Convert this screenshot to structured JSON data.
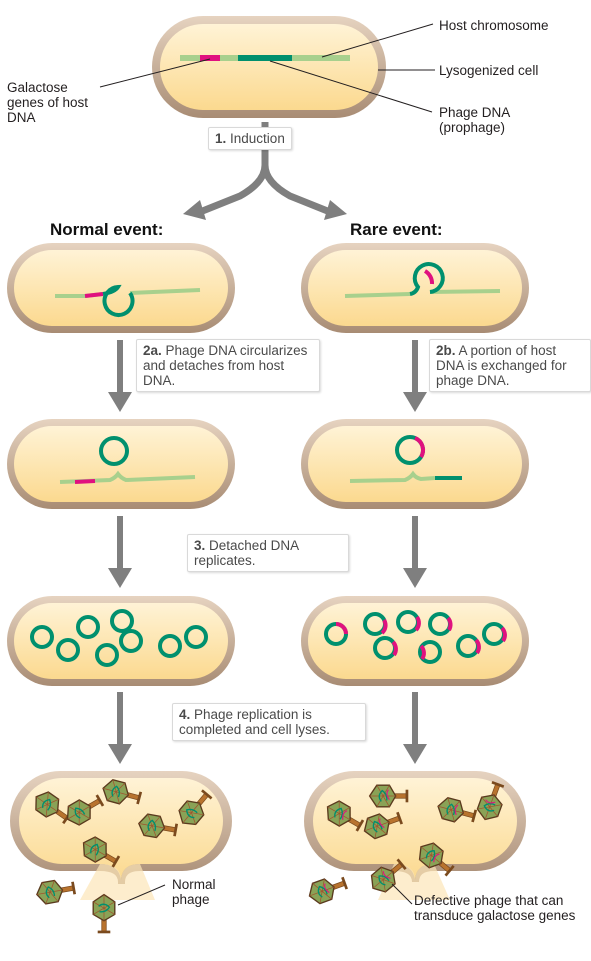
{
  "labels": {
    "host_chromosome": "Host chromosome",
    "lysogenized_cell": "Lysogenized cell",
    "phage_dna": "Phage DNA (prophage)",
    "galactose_genes": "Galactose genes of host DNA",
    "normal_phage": "Normal phage",
    "defective_phage": "Defective phage that can transduce galactose genes"
  },
  "headings": {
    "normal": "Normal event:",
    "rare": "Rare event:"
  },
  "steps": {
    "s1": {
      "num": "1.",
      "text": "Induction"
    },
    "s2a": {
      "num": "2a.",
      "text": "Phage DNA circularizes and detaches from host DNA."
    },
    "s2b": {
      "num": "2b.",
      "text": "A portion of host DNA is exchanged for phage DNA."
    },
    "s3": {
      "num": "3.",
      "text": "Detached DNA replicates."
    },
    "s4": {
      "num": "4.",
      "text": "Phage replication is completed and cell lyses."
    }
  },
  "colors": {
    "cell_fill": "#fde3a7",
    "cell_wall": "#c4a88c",
    "host_dna": "#a8d08d",
    "phage_dna": "#00906e",
    "galactose": "#e0117f",
    "arrow": "#7f7f7f",
    "phage_head": "#7a9a4a",
    "phage_tail": "#b8732e"
  }
}
